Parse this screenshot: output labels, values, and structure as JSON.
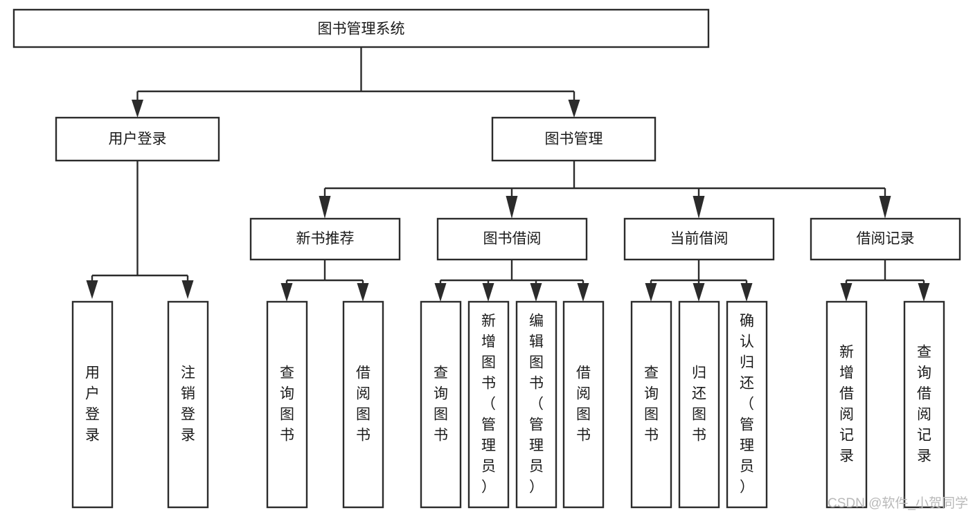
{
  "diagram": {
    "type": "hierarchy-tree",
    "title": "图书管理系统",
    "root": {
      "id": "root",
      "label": "图书管理系统",
      "orientation": "horizontal"
    },
    "level2": [
      {
        "id": "user-login",
        "label": "用户登录",
        "orientation": "horizontal"
      },
      {
        "id": "book-manage",
        "label": "图书管理",
        "orientation": "horizontal"
      }
    ],
    "level3": [
      {
        "id": "new-book-recommend",
        "label": "新书推荐",
        "orientation": "horizontal",
        "parent": "book-manage"
      },
      {
        "id": "book-borrow",
        "label": "图书借阅",
        "orientation": "horizontal",
        "parent": "book-manage"
      },
      {
        "id": "current-borrow",
        "label": "当前借阅",
        "orientation": "horizontal",
        "parent": "book-manage"
      },
      {
        "id": "borrow-record",
        "label": "借阅记录",
        "orientation": "horizontal",
        "parent": "book-manage"
      }
    ],
    "leaves": [
      {
        "id": "leaf-user-login",
        "label": "用户登录",
        "orientation": "vertical",
        "parent": "user-login"
      },
      {
        "id": "leaf-logout",
        "label": "注销登录",
        "orientation": "vertical",
        "parent": "user-login"
      },
      {
        "id": "leaf-query-book-1",
        "label": "查询图书",
        "orientation": "vertical",
        "parent": "new-book-recommend"
      },
      {
        "id": "leaf-borrow-book-1",
        "label": "借阅图书",
        "orientation": "vertical",
        "parent": "new-book-recommend"
      },
      {
        "id": "leaf-query-book-2",
        "label": "查询图书",
        "orientation": "vertical",
        "parent": "book-borrow"
      },
      {
        "id": "leaf-add-book",
        "label": "新增图书（管理员）",
        "orientation": "vertical",
        "parent": "book-borrow"
      },
      {
        "id": "leaf-edit-book",
        "label": "编辑图书（管理员）",
        "orientation": "vertical",
        "parent": "book-borrow"
      },
      {
        "id": "leaf-borrow-book-2",
        "label": "借阅图书",
        "orientation": "vertical",
        "parent": "book-borrow"
      },
      {
        "id": "leaf-query-book-3",
        "label": "查询图书",
        "orientation": "vertical",
        "parent": "current-borrow"
      },
      {
        "id": "leaf-return-book",
        "label": "归还图书",
        "orientation": "vertical",
        "parent": "current-borrow"
      },
      {
        "id": "leaf-confirm-return",
        "label": "确认归还（管理员）",
        "orientation": "vertical",
        "parent": "current-borrow"
      },
      {
        "id": "leaf-add-record",
        "label": "新增借阅记录",
        "orientation": "vertical",
        "parent": "borrow-record"
      },
      {
        "id": "leaf-query-record",
        "label": "查询借阅记录",
        "orientation": "vertical",
        "parent": "borrow-record"
      }
    ],
    "colors": {
      "box_stroke": "#2b2b2b",
      "box_fill": "#ffffff",
      "connector": "#2b2b2b",
      "text": "#1a1a1a",
      "background": "#ffffff",
      "watermark": "#b9b9b9"
    }
  },
  "watermark": {
    "text": "CSDN @软件_小贺同学"
  }
}
